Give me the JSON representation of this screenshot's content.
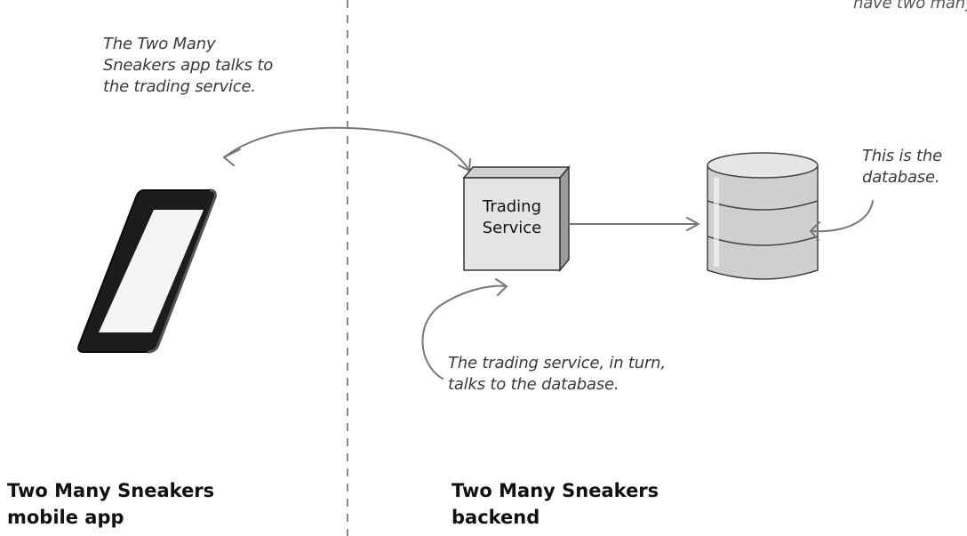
{
  "notes": {
    "top_right_partial": "have two many sne",
    "app_note": [
      "The Two Many",
      "Sneakers app talks to",
      "the trading service."
    ],
    "db_note": [
      "This is the",
      "database."
    ],
    "service_note": [
      "The trading service, in turn,",
      "talks to the database."
    ]
  },
  "service_box": {
    "label": [
      "Trading",
      "Service"
    ]
  },
  "sections": {
    "left": [
      "Two Many Sneakers",
      "mobile app"
    ],
    "right": [
      "Two Many Sneakers",
      "backend"
    ]
  },
  "colors": {
    "ink": "#3a3a3a",
    "divider": "#8a8a8a",
    "box_fill": "#e4e4e4",
    "phone_body": "#1c1c1c",
    "phone_screen": "#f4f4f4",
    "db_fill": "#cfcfcf"
  }
}
